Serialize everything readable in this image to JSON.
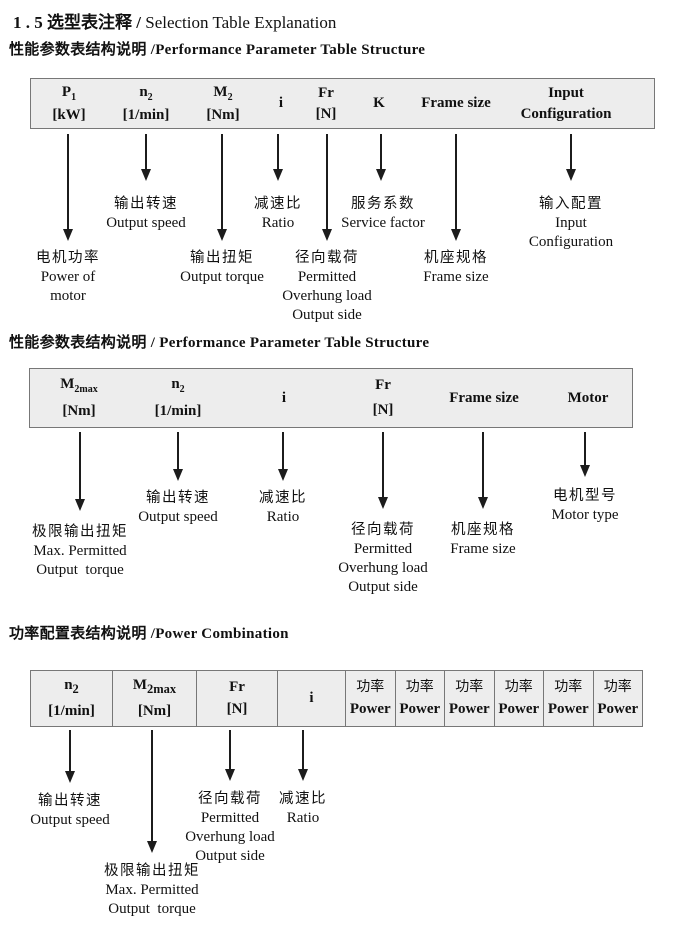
{
  "header": {
    "title_zh": "1 . 5 选型表注释 /",
    "title_en": " Selection Table Explanation"
  },
  "sections": [
    {
      "heading": "性能参数表结构说明 /Performance Parameter Table Structure",
      "columns": [
        {
          "base": "P",
          "sub": "1",
          "unit": "[kW]"
        },
        {
          "base": "n",
          "sub": "2",
          "unit": "[1/min]"
        },
        {
          "base": "M",
          "sub": "2",
          "unit": "[Nm]"
        },
        {
          "base": "i"
        },
        {
          "base": "Fr",
          "unit": "[N]"
        },
        {
          "base": "K"
        },
        {
          "base": "Frame size"
        },
        {
          "base": "Input",
          "unit": "Configuration"
        }
      ],
      "annotations": [
        {
          "lines": [
            "电机功率",
            "Power of",
            "motor"
          ]
        },
        {
          "lines": [
            "输出转速",
            "Output speed"
          ]
        },
        {
          "lines": [
            "输出扭矩",
            "Output torque"
          ]
        },
        {
          "lines": [
            "减速比",
            "Ratio"
          ]
        },
        {
          "lines": [
            "径向载荷",
            "Permitted",
            "Overhung load",
            "Output side"
          ]
        },
        {
          "lines": [
            "服务系数",
            "Service factor"
          ]
        },
        {
          "lines": [
            "机座规格",
            "Frame size"
          ]
        },
        {
          "lines": [
            "输入配置",
            "Input",
            "Configuration"
          ]
        }
      ]
    },
    {
      "heading": "性能参数表结构说明 / Performance Parameter Table Structure",
      "columns": [
        {
          "base": "M",
          "sub": "2max",
          "unit": "[Nm]"
        },
        {
          "base": "n",
          "sub": "2",
          "unit": "[1/min]"
        },
        {
          "base": "i"
        },
        {
          "base": "Fr",
          "unit": "[N]"
        },
        {
          "base": "Frame size"
        },
        {
          "base": "Motor"
        }
      ],
      "annotations": [
        {
          "lines": [
            "极限输出扭矩",
            "Max. Permitted",
            "Output  torque"
          ]
        },
        {
          "lines": [
            "输出转速",
            "Output speed"
          ]
        },
        {
          "lines": [
            "减速比",
            "Ratio"
          ]
        },
        {
          "lines": [
            "径向载荷",
            "Permitted",
            "Overhung load",
            "Output side"
          ]
        },
        {
          "lines": [
            "机座规格",
            "Frame size"
          ]
        },
        {
          "lines": [
            "电机型号",
            "Motor type"
          ]
        }
      ]
    },
    {
      "heading": "功率配置表结构说明 /Power Combination",
      "columns": [
        {
          "base": "n",
          "sub": "2",
          "unit": "[1/min]"
        },
        {
          "base": "M",
          "sub": "2max",
          "unit": "[Nm]"
        },
        {
          "base": "Fr",
          "unit": "[N]"
        },
        {
          "base": "i"
        },
        {
          "base": "功率",
          "unit": "Power"
        },
        {
          "base": "功率",
          "unit": "Power"
        },
        {
          "base": "功率",
          "unit": "Power"
        },
        {
          "base": "功率",
          "unit": "Power"
        },
        {
          "base": "功率",
          "unit": "Power"
        },
        {
          "base": "功率",
          "unit": "Power"
        }
      ],
      "annotations": [
        {
          "lines": [
            "输出转速",
            "Output speed"
          ]
        },
        {
          "lines": [
            "极限输出扭矩",
            "Max. Permitted",
            "Output  torque"
          ]
        },
        {
          "lines": [
            "径向载荷",
            "Permitted",
            "Overhung load",
            "Output side"
          ]
        },
        {
          "lines": [
            "减速比",
            "Ratio"
          ]
        }
      ]
    }
  ]
}
